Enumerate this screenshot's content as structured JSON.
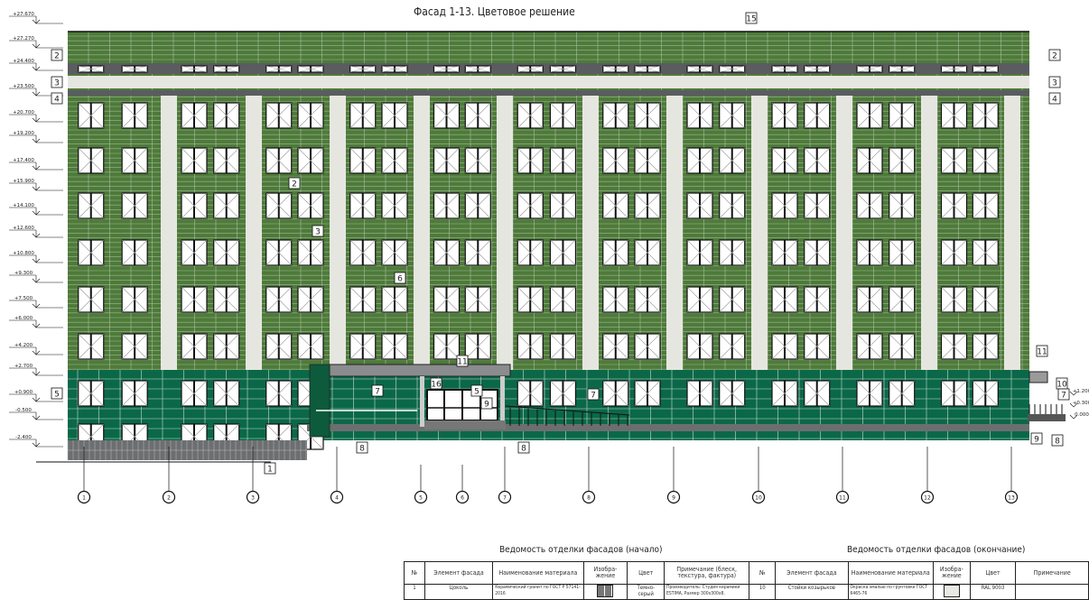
{
  "title": "Фасад 1-13. Цветовое решение",
  "elevations_left": [
    "+27.670",
    "+27.270",
    "+24.400",
    "+23.500",
    "+20.700",
    "+19.200",
    "+17.400",
    "+15.900",
    "+14.100",
    "+12.600",
    "+10.800",
    "+9.300",
    "+7.500",
    "+6.000",
    "+4.200",
    "+2.700",
    "+0.900",
    "-0.500",
    "-2.400"
  ],
  "elevations_right": [
    "+1.200",
    "+0.300",
    "0.000"
  ],
  "axes": [
    "1",
    "2",
    "3",
    "4",
    "5",
    "6",
    "7",
    "8",
    "9",
    "10",
    "11",
    "12",
    "13"
  ],
  "callouts": [
    "15",
    "2",
    "2",
    "3",
    "3",
    "4",
    "4",
    "2",
    "3",
    "6",
    "11",
    "5",
    "7",
    "16",
    "5",
    "9",
    "7",
    "8",
    "8",
    "1",
    "11",
    "10",
    "7",
    "9",
    "8"
  ],
  "colors": {
    "upper_green": "#4e7a3a",
    "ground_teal": "#0a6848",
    "pilaster": "#e6e6e0",
    "dark_band": "#5a5c60",
    "plinth": "#6d6e70"
  },
  "table_left": {
    "title": "Ведомость отделки фасадов (начало)",
    "headers": [
      "№",
      "Элемент фасада",
      "Наименование материала",
      "Изобра-жение",
      "Цвет",
      "Примечание (блеск, текстура, фактура)"
    ],
    "rows": [
      {
        "n": "1",
        "element": "Цоколь",
        "material": "Керамический гранит по ГОСТ Р 57141-2016",
        "color": "Темно-серый",
        "note": "Производитель: Студия керамики ESTIMA, Размер 300x300x8,"
      }
    ]
  },
  "table_right": {
    "title": "Ведомость отделки фасадов (окончание)",
    "headers": [
      "№",
      "Элемент фасада",
      "Наименование материала",
      "Изобра-жение",
      "Цвет",
      "Примечание"
    ],
    "rows": [
      {
        "n": "10",
        "element": "Стойки козырьков",
        "material": "Окраска эмалью по грунтовке ГОСТ 6465-76",
        "color": "RAL 9003",
        "note": ""
      }
    ]
  }
}
